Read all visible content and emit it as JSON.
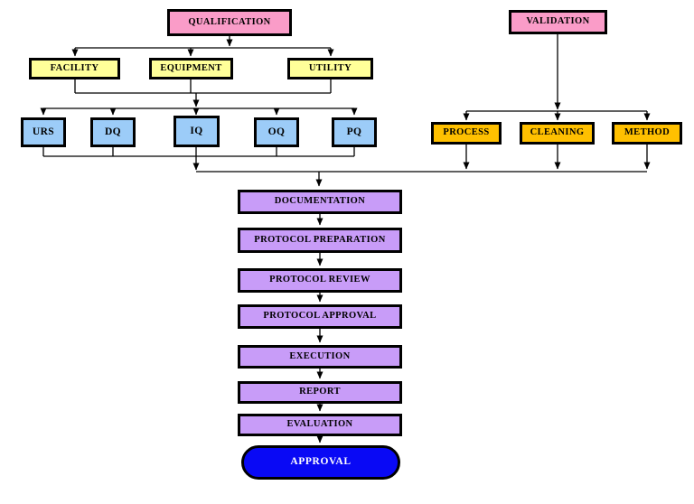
{
  "diagram": {
    "type": "flowchart",
    "background": "#ffffff",
    "nodes": {
      "qualification": "QUALIFICATION",
      "validation": "VALIDATION",
      "facility": "FACILITY",
      "equipment": "EQUIPMENT",
      "utility": "UTILITY",
      "urs": "URS",
      "dq": "DQ",
      "iq": "IQ",
      "oq": "OQ",
      "pq": "PQ",
      "process": "PROCESS",
      "cleaning": "CLEANING",
      "method": "METHOD",
      "documentation": "DOCUMENTATION",
      "protocol_preparation": "PROTOCOL PREPARATION",
      "protocol_review": "PROTOCOL REVIEW",
      "protocol_approval": "PROTOCOL APPROVAL",
      "execution": "EXECUTION",
      "report": "REPORT",
      "evaluation": "EVALUATION",
      "approval": "APPROVAL"
    },
    "colors": {
      "top_level_fill": "#FA9CC8",
      "qualification_branch_fill": "#FFFF99",
      "qualification_stage_fill": "#9CCCF8",
      "validation_branch_fill": "#FFC000",
      "process_step_fill": "#C89CF8",
      "terminator_fill": "#0909F5",
      "terminator_text": "#ffffff",
      "border": "#000000",
      "line": "#000000"
    },
    "edges": [
      "QUALIFICATION -> FACILITY",
      "QUALIFICATION -> EQUIPMENT",
      "QUALIFICATION -> UTILITY",
      "FACILITY/EQUIPMENT/UTILITY -> URS",
      "FACILITY/EQUIPMENT/UTILITY -> DQ",
      "FACILITY/EQUIPMENT/UTILITY -> IQ",
      "FACILITY/EQUIPMENT/UTILITY -> OQ",
      "FACILITY/EQUIPMENT/UTILITY -> PQ",
      "VALIDATION -> PROCESS",
      "VALIDATION -> CLEANING",
      "VALIDATION -> METHOD",
      "URS/DQ/IQ/OQ/PQ -> DOCUMENTATION",
      "PROCESS/CLEANING/METHOD -> DOCUMENTATION",
      "DOCUMENTATION -> PROTOCOL PREPARATION",
      "PROTOCOL PREPARATION -> PROTOCOL REVIEW",
      "PROTOCOL REVIEW -> PROTOCOL APPROVAL",
      "PROTOCOL APPROVAL -> EXECUTION",
      "EXECUTION -> REPORT",
      "REPORT -> EVALUATION",
      "EVALUATION -> APPROVAL"
    ]
  }
}
